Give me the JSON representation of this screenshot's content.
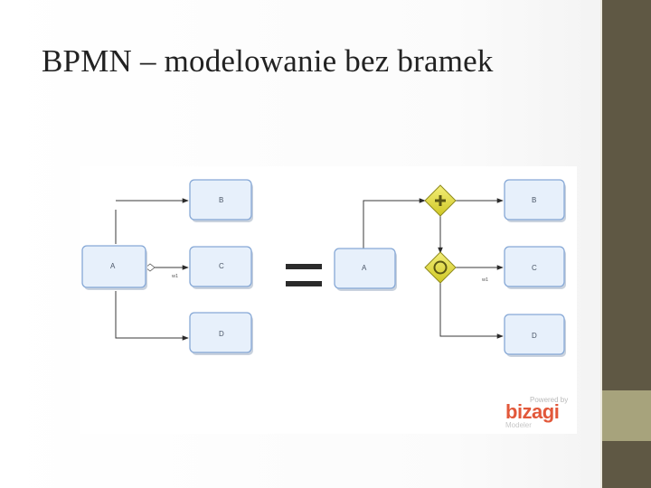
{
  "slide": {
    "title": "BPMN – modelowanie bez bramek"
  },
  "left_diagram": {
    "task_a": "A",
    "task_b": "B",
    "task_c": "C",
    "task_d": "D",
    "condition_label": "w1"
  },
  "right_diagram": {
    "task_a": "A",
    "task_b": "B",
    "task_c": "C",
    "task_d": "D",
    "condition_label": "w1"
  },
  "brand": {
    "line1": "Powered by",
    "line2": "bizagi",
    "line3": "Modeler"
  },
  "colors": {
    "sidebar": "#5f5844",
    "sidebar_accent": "#a7a37c",
    "parallel_gateway": "#d9d22e",
    "inclusive_gateway": "#d9d22e",
    "brand": "#e2583a"
  }
}
